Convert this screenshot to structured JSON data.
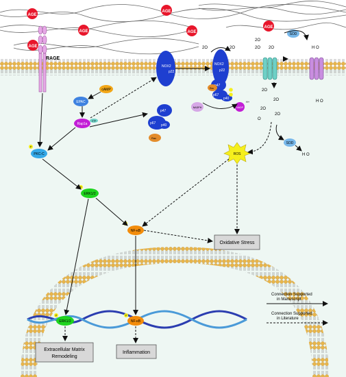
{
  "labels": {
    "age": "AGE",
    "rage": "RAGE",
    "nox2": "NOX2",
    "p22": "p22",
    "p47": "p47",
    "p67": "p67",
    "p40": "p40",
    "phox": "phox",
    "rac": "Rac",
    "epac": "EPAC",
    "camp": "cAMP",
    "rap1a": "Rap1a",
    "gtp": "GTP",
    "pkcc": "PKC-C",
    "erk": "ERK1/2",
    "nfkb": "NF-κB",
    "ros": "ROS",
    "sod": "SOD",
    "nadph": "NADPH",
    "nadp": "NADP",
    "hplus": "H+",
    "p_phos": "P",
    "o2": "2O",
    "superoxide": "2O",
    "o2_single": "O",
    "h2o2": "H O",
    "oxidative_stress": "Oxidative Stress",
    "ecm_line1": "Extracellular Matrix",
    "ecm_line2": "Remodeling",
    "inflammation": "Inflammation"
  },
  "legend": {
    "solid_line1": "Connection Supported",
    "solid_line2": "in Manuscript",
    "dashed_line1": "Connection Supported",
    "dashed_line2": "in Literature"
  },
  "colors": {
    "age": "#e8162b",
    "nox2": "#1e3fd0",
    "pkc": "#35a9e8",
    "erk": "#1fd41f",
    "nfkb": "#f28c0b",
    "rap1a": "#c21fd6",
    "ros": "#f5ef1d",
    "sod": "#78b8ea",
    "membrane": "#e8b54a",
    "cytoplasm": "#eef7f3"
  }
}
